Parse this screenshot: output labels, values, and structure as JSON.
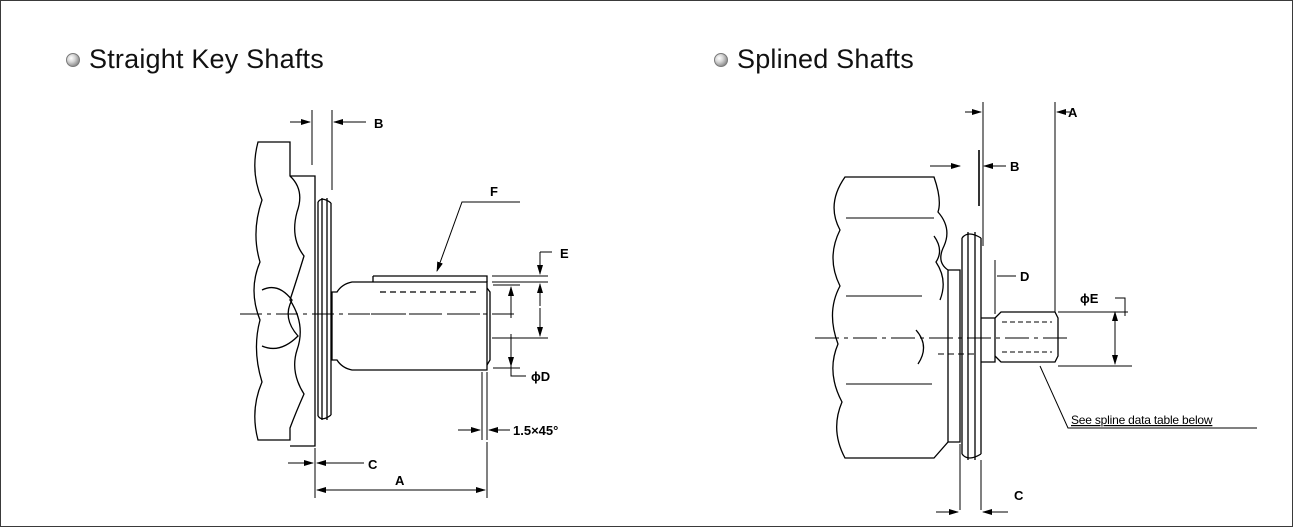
{
  "sections": {
    "left": {
      "title": "Straight Key Shafts",
      "labels": {
        "a": "A",
        "b": "B",
        "c": "C",
        "d": "ϕD",
        "e": "E",
        "f": "F",
        "chamfer": "1.5×45°"
      }
    },
    "right": {
      "title": "Splined Shafts",
      "labels": {
        "a": "A",
        "b": "B",
        "c": "C",
        "d": "D",
        "e": "ϕE"
      },
      "note": "See spline data table below"
    }
  },
  "colors": {
    "line": "#000000",
    "frame": "#3a3a3a"
  }
}
